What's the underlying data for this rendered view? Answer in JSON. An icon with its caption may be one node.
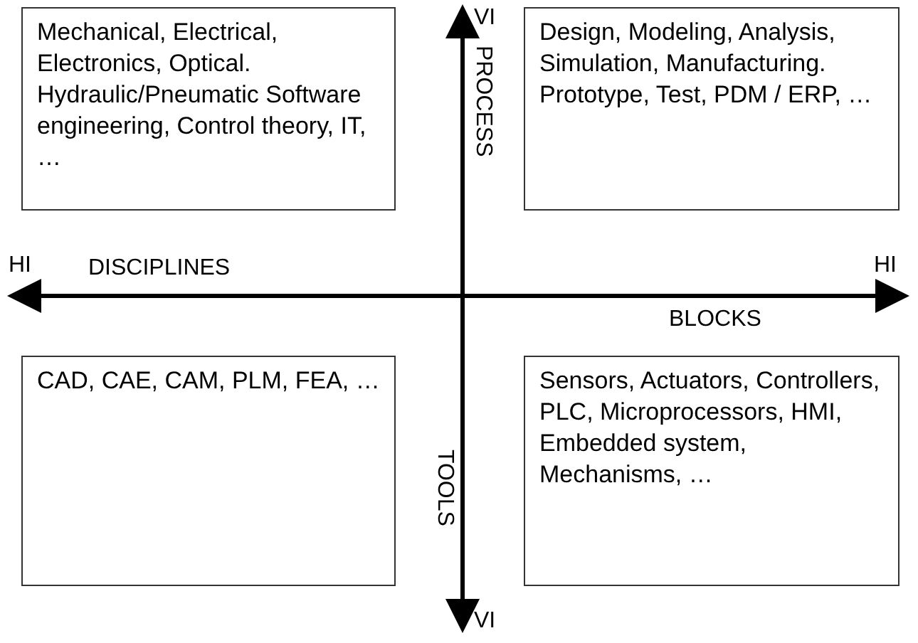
{
  "diagram": {
    "nodes": [
      {
        "text": [
          "Mechanical, Electrical, Electronics, Optical. Hydraulic/Pneumatic Software engineering, Control theory, IT, …"
        ]
      },
      {
        "text": [
          "Design, Modeling, Analysis, Simulation, Manufacturing. Prototype, Test, PDM / ERP, …"
        ]
      },
      {
        "text": [
          "CAD, CAE, CAM, PLM, FEA, …"
        ]
      },
      {
        "text": [
          "Sensors, Actuators, Controllers, PLC, Microprocessors, HMI, Embedded system, Mechanisms, …"
        ]
      }
    ],
    "labels": [
      "VI",
      "PROCESS",
      "HI",
      "DISCIPLINES",
      "HI",
      "BLOCKS",
      "TOOLS",
      "VI"
    ]
  }
}
